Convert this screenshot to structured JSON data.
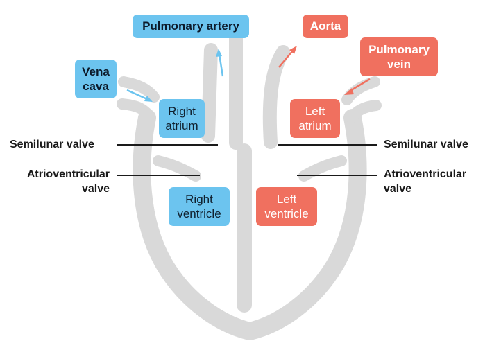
{
  "labels": {
    "pulmonary_artery": "Pulmonary artery",
    "aorta": "Aorta",
    "pulmonary_vein_line1": "Pulmonary",
    "pulmonary_vein_line2": "vein",
    "vena_cava_line1": "Vena",
    "vena_cava_line2": "cava",
    "right_atrium_line1": "Right",
    "right_atrium_line2": "atrium",
    "left_atrium_line1": "Left",
    "left_atrium_line2": "atrium",
    "right_ventricle_line1": "Right",
    "right_ventricle_line2": "ventricle",
    "left_ventricle_line1": "Left",
    "left_ventricle_line2": "ventricle",
    "semilunar_left": "Semilunar valve",
    "semilunar_right": "Semilunar valve",
    "av_left_line1": "Atrioventricular",
    "av_left_line2": "valve",
    "av_right_line1": "Atrioventricular",
    "av_right_line2": "valve"
  },
  "colors": {
    "deoxygenated": "#6cc4ef",
    "oxygenated": "#f0705f",
    "heart_outline": "#d9d9d9",
    "pointer_line": "#1a1a1a"
  }
}
